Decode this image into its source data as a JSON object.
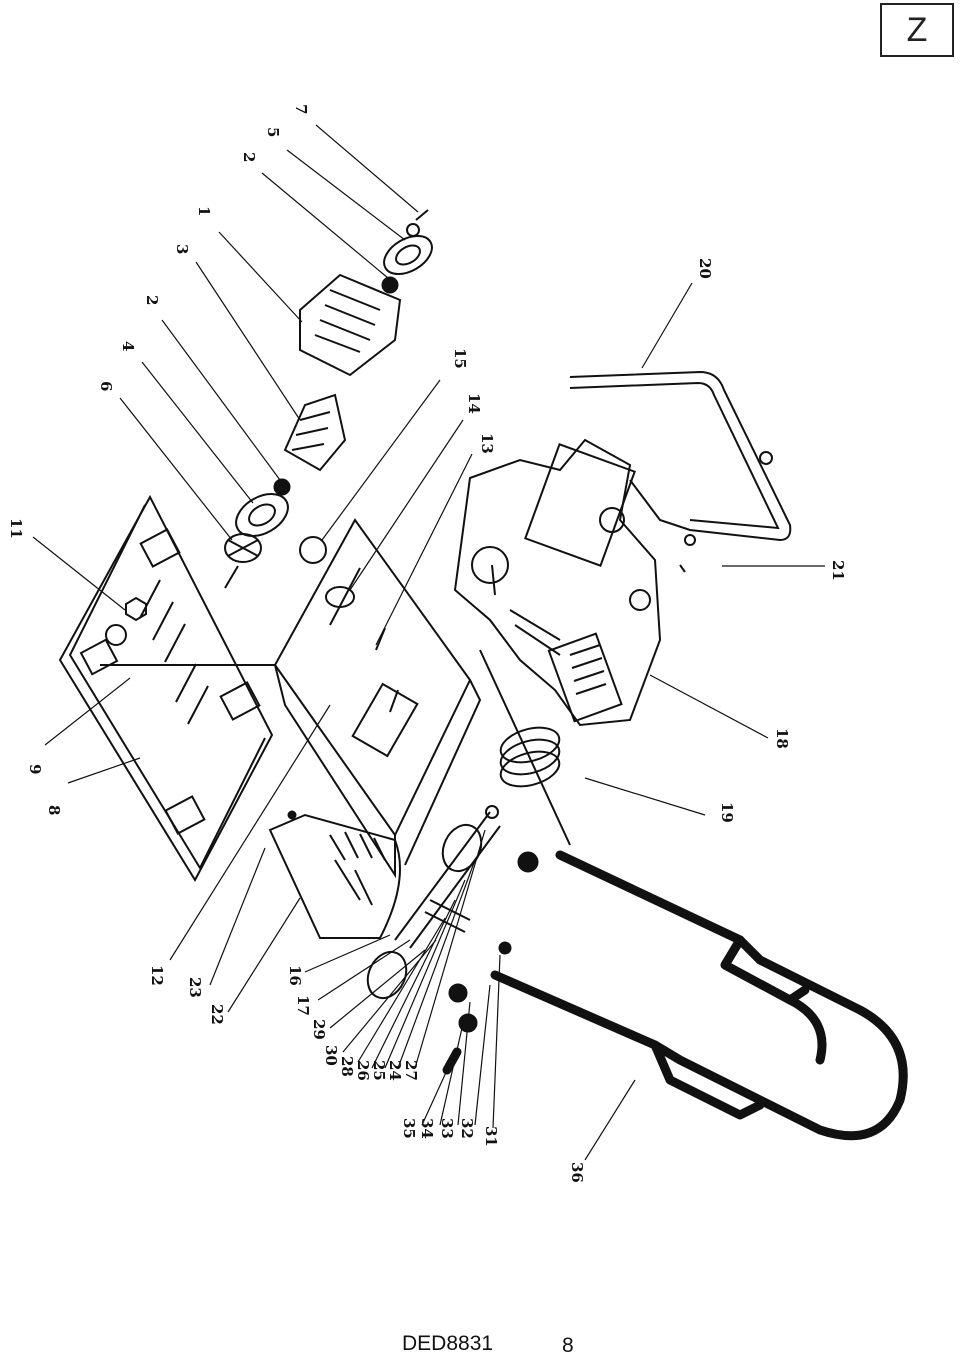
{
  "header": {
    "language_label": "Z"
  },
  "footer": {
    "model": "DED8831",
    "page_number": "8"
  },
  "callouts": {
    "c1": "7",
    "c2": "5",
    "c3": "2",
    "c4": "1",
    "c5": "3",
    "c6": "2",
    "c7": "4",
    "c8": "6",
    "c9": "15",
    "c10": "14",
    "c11": "13",
    "c12": "20",
    "c13": "11",
    "c14": "21",
    "c15": "18",
    "c16": "19",
    "c17": "9",
    "c18": "8",
    "c19": "12",
    "c20": "23",
    "c21": "22",
    "c22": "16",
    "c23": "17",
    "c24": "29",
    "c25": "30",
    "c26": "28",
    "c27": "26",
    "c28": "25",
    "c29": "24",
    "c30": "27",
    "c31": "35",
    "c32": "34",
    "c33": "33",
    "c34": "32",
    "c35": "31",
    "c36": "36"
  }
}
